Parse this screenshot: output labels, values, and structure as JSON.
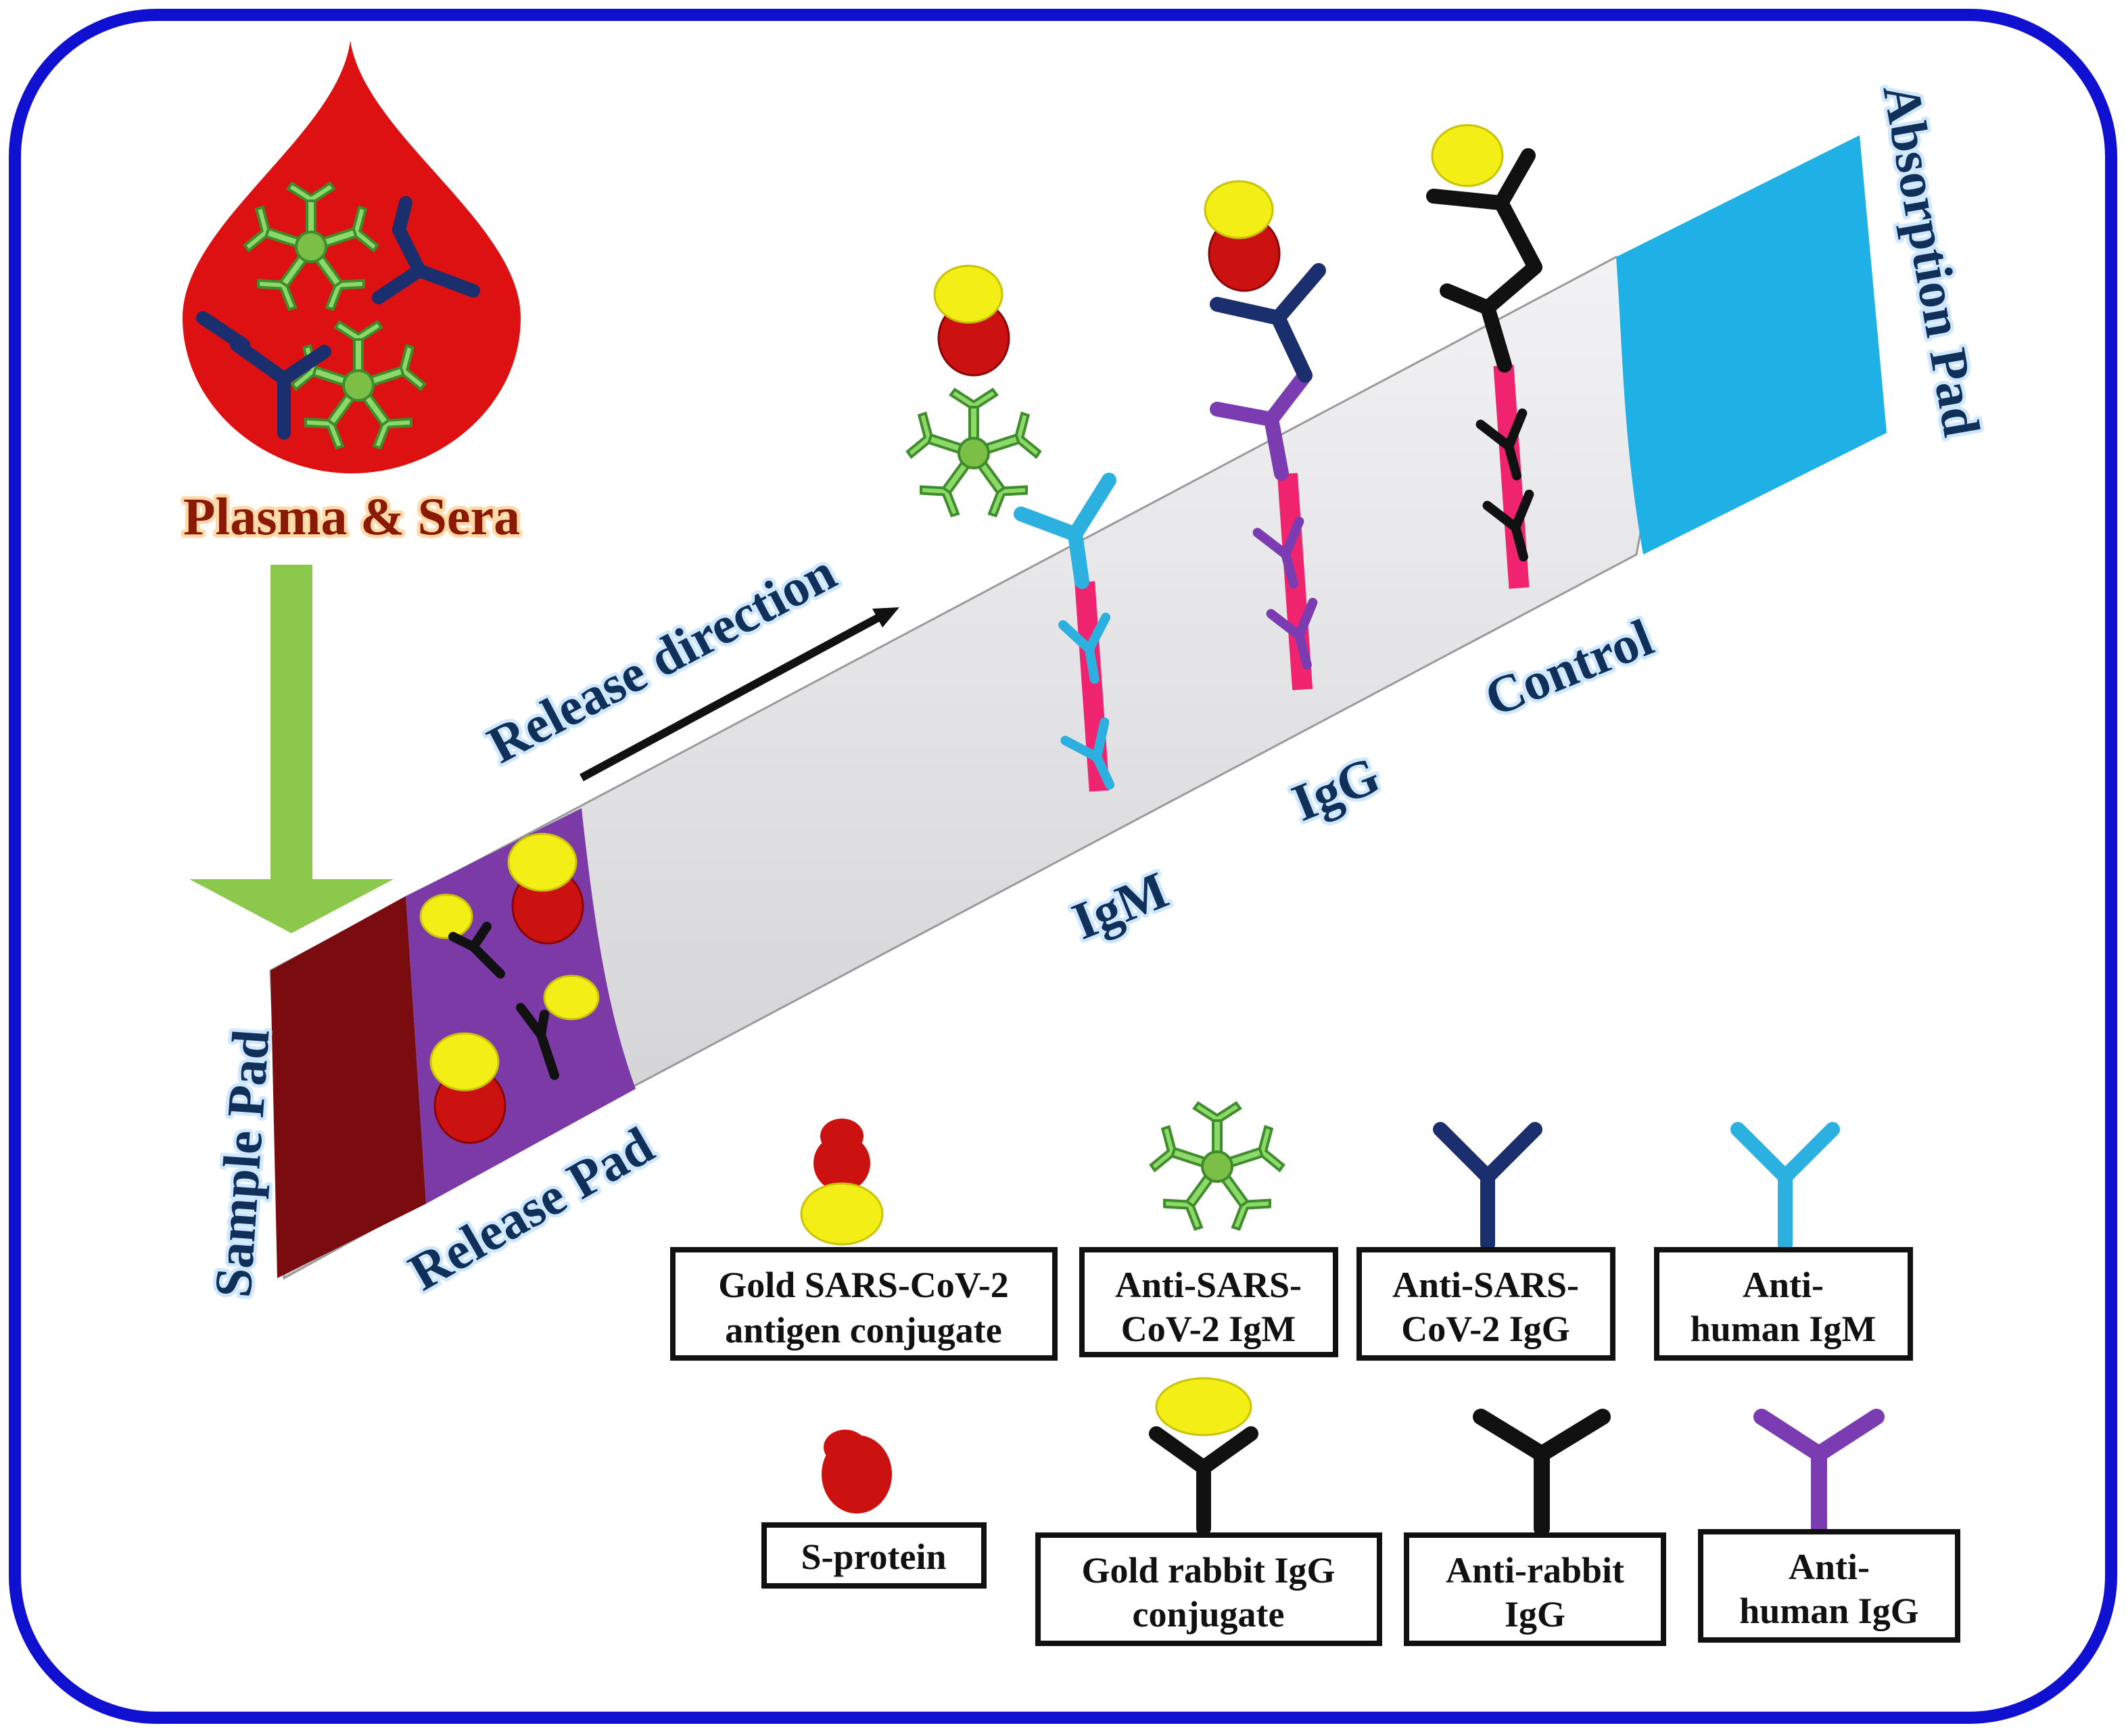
{
  "colors": {
    "frame": "#1010d0",
    "blood": "#dd1111",
    "sample_pad": "#7a0c10",
    "release_pad": "#7b3aa6",
    "strip": "#e4e4e6",
    "absorption_pad": "#1fb1e6",
    "test_line": "#f0246e",
    "arrow_green": "#8cc84b",
    "gold": "#f2ee16",
    "protein": "#cc1111",
    "anti_sars_igg": "#1b2f6e",
    "anti_human_igm": "#2bb0e0",
    "anti_rabbit_igg": "#111111",
    "anti_human_igg": "#7a3cb0",
    "igm_star": "#8cd96a",
    "label_blue": "#10305a"
  },
  "labels": {
    "plasma_sera": "Plasma & Sera",
    "release_direction": "Release direction",
    "sample_pad": "Sample Pad",
    "release_pad": "Release Pad",
    "igm": "IgM",
    "igg": "IgG",
    "control": "Control",
    "absorption_pad": "Absorption Pad"
  },
  "legend": {
    "gold_antigen": [
      "Gold SARS-CoV-2",
      "antigen conjugate"
    ],
    "anti_sars_igm": [
      "Anti-SARS-",
      "CoV-2 IgM"
    ],
    "anti_sars_igg": [
      "Anti-SARS-",
      "CoV-2 IgG"
    ],
    "anti_human_igm": [
      "Anti-",
      "human IgM"
    ],
    "s_protein": [
      "S-protein"
    ],
    "gold_rabbit": [
      "Gold rabbit IgG",
      "conjugate"
    ],
    "anti_rabbit": [
      "Anti-rabbit",
      "IgG"
    ],
    "anti_human_igg": [
      "Anti-",
      "human IgG"
    ]
  }
}
